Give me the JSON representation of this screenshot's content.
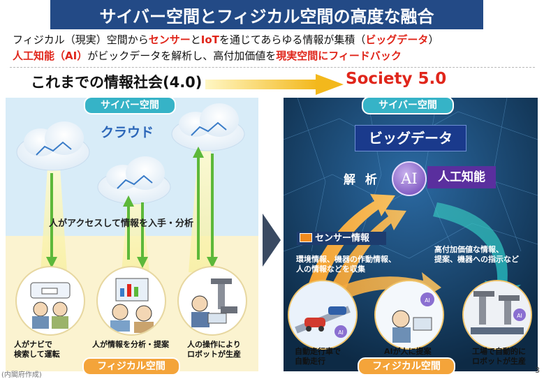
{
  "title": "サイバー空間とフィジカル空間の高度な融合",
  "intro": {
    "line1": [
      {
        "t": "フィジカル（現実）空間から",
        "c": "black"
      },
      {
        "t": "センサー",
        "c": "red"
      },
      {
        "t": "と",
        "c": "black"
      },
      {
        "t": "IoT",
        "c": "red"
      },
      {
        "t": "を通じてあらゆる情報が集積（",
        "c": "black"
      },
      {
        "t": "ビッグデータ",
        "c": "red"
      },
      {
        "t": "）",
        "c": "black"
      }
    ],
    "line2": [
      {
        "t": "人工知能（AI）",
        "c": "red"
      },
      {
        "t": "がビックデータを解析し、高付加価値を",
        "c": "black"
      },
      {
        "t": "現実空間にフィードバック",
        "c": "red"
      }
    ]
  },
  "era_left": "これまでの情報社会(4.0)",
  "era_right": "Society 5.0",
  "left": {
    "cyber_label": "サイバー空間",
    "cloud_label": "クラウド",
    "access_label": "人がアクセスして情報を入手・分析",
    "physical_label": "フィジカル空間",
    "captions": [
      {
        "l1": "人がナビで",
        "l2": "検索して運転"
      },
      {
        "l1": "人が情報を分析・提案",
        "l2": ""
      },
      {
        "l1": "人の操作により",
        "l2": "ロボットが生産"
      }
    ]
  },
  "right": {
    "cyber_label": "サイバー空間",
    "big_data": "ビッグデータ",
    "analysis": "解 析",
    "ai": "AI",
    "ai_label": "人工知能",
    "sensor_label": "センサー情報",
    "collect_text": {
      "l1": "環境情報、機器の作動情報、",
      "l2": "人の情報などを収集"
    },
    "feedback_text": {
      "l1": "高付加価値な情報、",
      "l2": "提案、機器への指示など"
    },
    "physical_label": "フィジカル空間",
    "captions": [
      {
        "l1": "自動走行車で",
        "l2": "自動走行"
      },
      {
        "l1": "AIが人に提案",
        "l2": ""
      },
      {
        "l1": "工場で自動的に",
        "l2": "ロボットが生産"
      }
    ],
    "small_ai": "AI"
  },
  "source": "(内閣府作成)",
  "page_number": "3",
  "colors": {
    "title_bg": "#234a86",
    "accent_red": "#e0261b",
    "cyber_pill": "#36b3c7",
    "physical_pill": "#f4a43a",
    "ai_purple": "#5a2f9e"
  }
}
